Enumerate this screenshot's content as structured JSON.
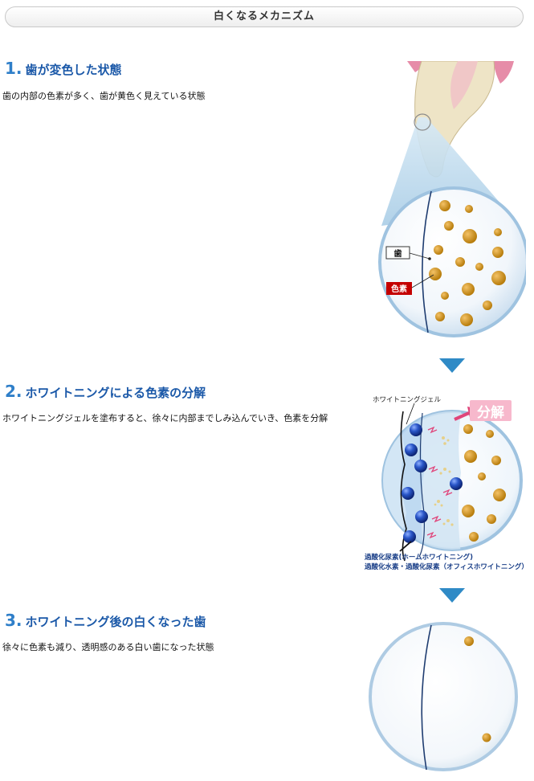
{
  "page": {
    "title": "白くなるメカニズム"
  },
  "sections": [
    {
      "num": "1.",
      "heading": "歯が変色した状態",
      "desc": "歯の内部の色素が多く、歯が黄色く見えている状態"
    },
    {
      "num": "2.",
      "heading": "ホワイトニングによる色素の分解",
      "desc": "ホワイトニングジェルを塗布すると、徐々に内部までしみ込んでいき、色素を分解"
    },
    {
      "num": "3.",
      "heading": "ホワイトニング後の白くなった歯",
      "desc": "徐々に色素も減り、透明感のある白い歯になった状態"
    }
  ],
  "illustration1": {
    "label_tooth": "歯",
    "label_pigment": "色素"
  },
  "illustration2": {
    "label_gel": "ホワイトニングジェル",
    "label_decompose": "分解",
    "caption_line1": "過酸化尿素(ホームホワイトニング)",
    "caption_line2": "過酸化水素・過酸化尿素（オフィスホワイトニング）"
  },
  "colors": {
    "accent": "#1a58a8",
    "arrow": "#2f8ac6",
    "pigment": "#c98a10",
    "bead": "#1f4fb5",
    "label_red": "#c40000",
    "decompose_pink": "#e0457a"
  }
}
